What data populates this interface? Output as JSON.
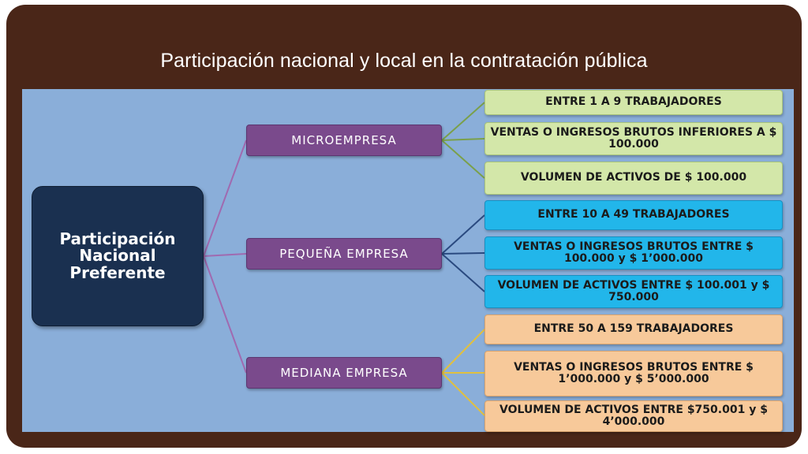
{
  "title": "Participación nacional y local en la contratación pública",
  "diagram": {
    "root": "Participación Nacional Preferente",
    "categories": [
      {
        "label": "MICROEMPRESA",
        "color": "#7a4a8c",
        "items": [
          "ENTRE 1 A 9 TRABAJADORES",
          "VENTAS O INGRESOS BRUTOS INFERIORES A $ 100.000",
          "VOLUMEN DE ACTIVOS DE $ 100.000"
        ]
      },
      {
        "label": "PEQUEÑA EMPRESA",
        "color": "#7a4a8c",
        "items": [
          "ENTRE 10 A 49 TRABAJADORES",
          "VENTAS O INGRESOS BRUTOS ENTRE $ 100.000 y $ 1’000.000",
          "VOLUMEN DE ACTIVOS ENTRE $ 100.001 y $ 750.000"
        ]
      },
      {
        "label": "MEDIANA EMPRESA",
        "color": "#7a4a8c",
        "items": [
          "ENTRE 50 A 159 TRABAJADORES",
          "VENTAS O INGRESOS BRUTOS ENTRE $ 1’000.000 y $ 5’000.000",
          "VOLUMEN DE ACTIVOS ENTRE $750.001 y $ 4’000.000"
        ]
      }
    ],
    "colors": {
      "frame": "#4a2618",
      "panel": "#8aaed9",
      "root": "#1a3050",
      "micro_items": "#d3e7a9",
      "pequena_items": "#22b6ea",
      "mediana_items": "#f7c99a"
    }
  }
}
